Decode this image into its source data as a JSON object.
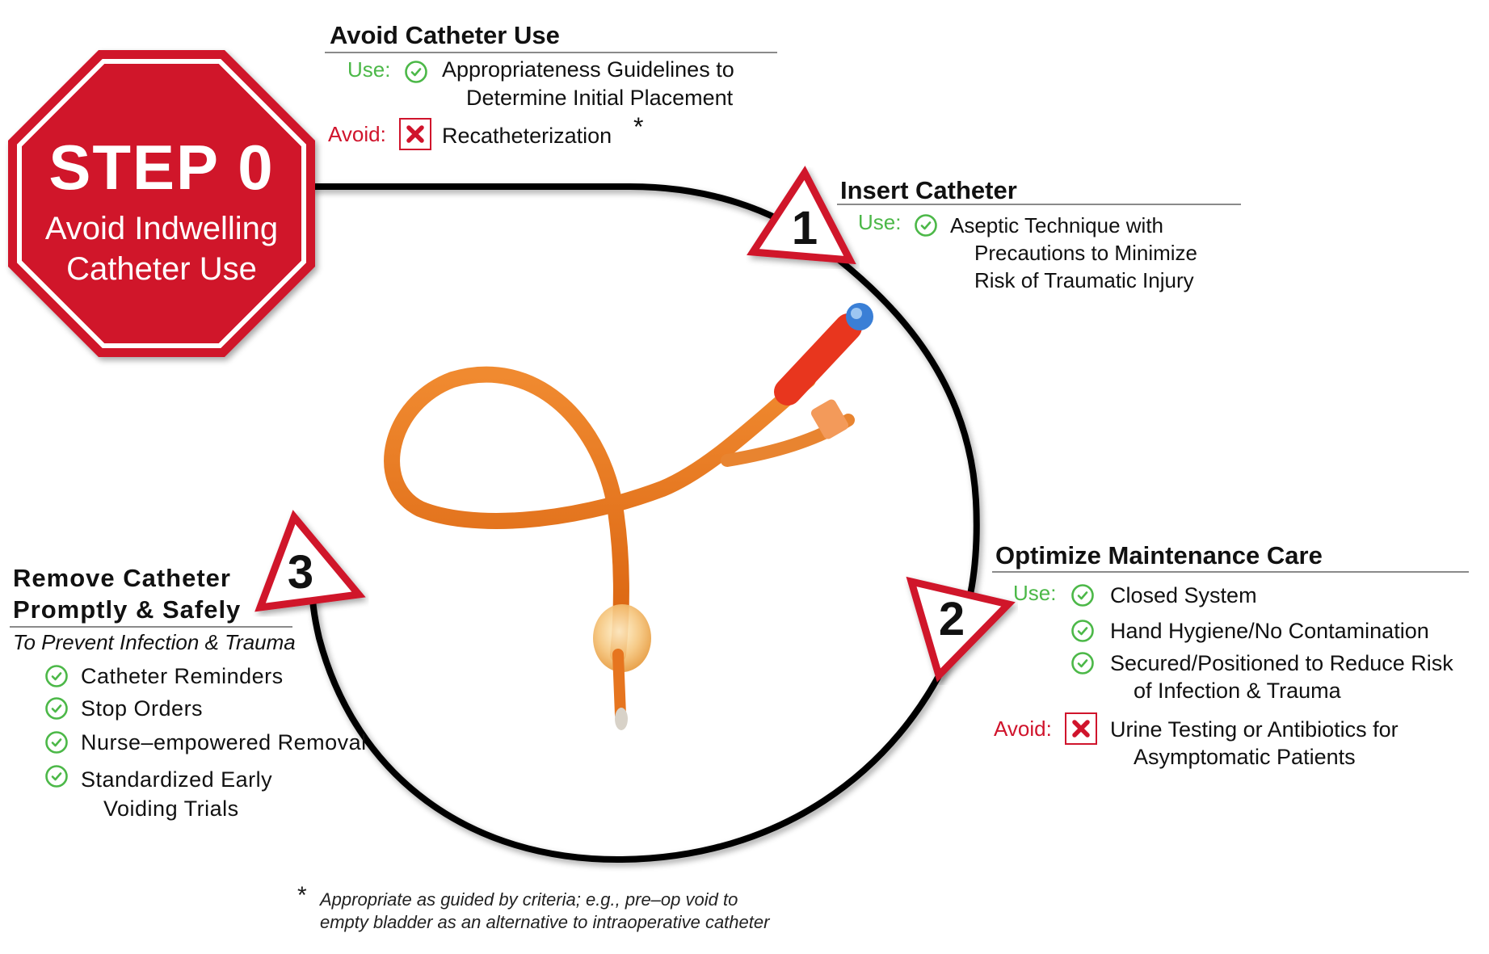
{
  "colors": {
    "stop_red": "#d0142c",
    "use_green": "#4cb848",
    "avoid_red": "#d0142c",
    "cycle_line": "#000000",
    "catheter_orange": "#e8701a",
    "catheter_hub_red": "#e8361e",
    "valve_blue": "#3a7fd6"
  },
  "step0": {
    "title": "STEP 0",
    "subtitle_line1": "Avoid Indwelling",
    "subtitle_line2": "Catheter Use"
  },
  "avoid_section": {
    "heading": "Avoid Catheter Use",
    "use_label": "Use:",
    "use_items": [
      "Appropriateness Guidelines to",
      "Determine Initial Placement"
    ],
    "avoid_label": "Avoid:",
    "avoid_item": "Recatheterization",
    "avoid_marker": "*"
  },
  "step1": {
    "number": "1",
    "heading": "Insert Catheter",
    "use_label": "Use:",
    "use_items": [
      "Aseptic Technique with",
      "Precautions to Minimize",
      "Risk of Traumatic Injury"
    ]
  },
  "step2": {
    "number": "2",
    "heading": "Optimize Maintenance Care",
    "use_label": "Use:",
    "use_items": [
      "Closed System",
      "Hand Hygiene/No Contamination",
      "Secured/Positioned to Reduce Risk",
      "of Infection & Trauma"
    ],
    "avoid_label": "Avoid:",
    "avoid_items": [
      "Urine Testing or Antibiotics for",
      "Asymptomatic Patients"
    ]
  },
  "step3": {
    "number": "3",
    "heading_line1": "Remove Catheter",
    "heading_line2": "Promptly & Safely",
    "subheading": "To Prevent Infection & Trauma",
    "items": [
      "Catheter Reminders",
      "Stop Orders",
      "Nurse–empowered Removal",
      "Standardized Early",
      "Voiding Trials"
    ]
  },
  "footnote": {
    "marker": "*",
    "line1": "Appropriate as guided by criteria; e.g., pre–op void to",
    "line2": "empty bladder as an alternative to intraoperative catheter"
  },
  "icons": {
    "stop_sign": "octagon-stop-sign-icon",
    "check": "check-circle-icon",
    "cross": "x-box-icon",
    "warning_triangle": "warning-triangle-icon",
    "catheter": "foley-catheter-illustration"
  }
}
